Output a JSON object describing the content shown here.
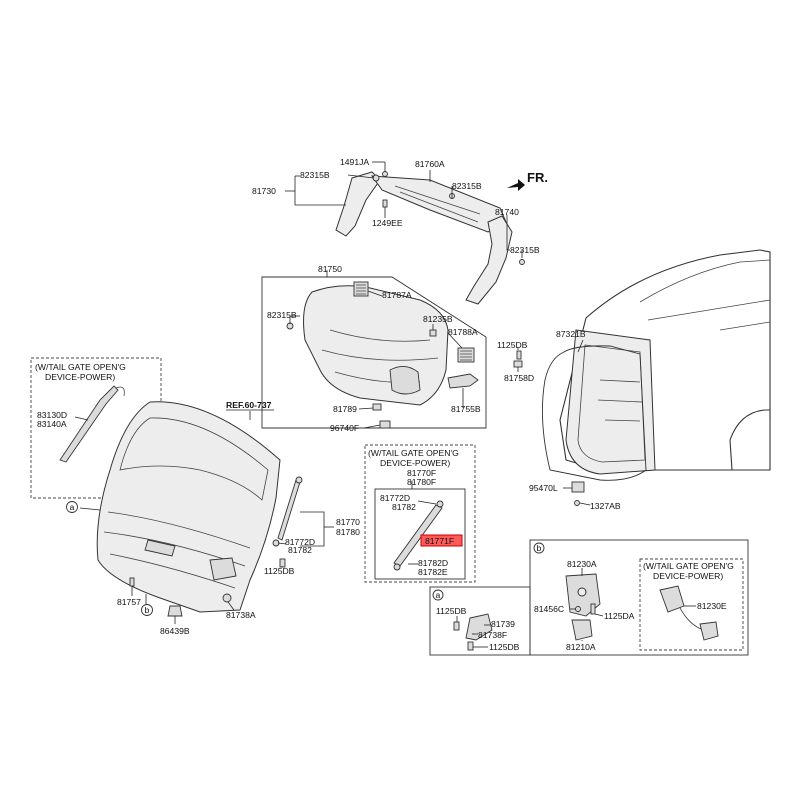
{
  "labels": {
    "l_1491ja": "1491JA",
    "l_81760a": "81760A",
    "l_82315b_1": "82315B",
    "l_81730": "81730",
    "l_82315b_2": "82315B",
    "l_1249ee": "1249EE",
    "l_81740": "81740",
    "l_82315b_3": "82315B",
    "l_fr": "FR.",
    "l_81750": "81750",
    "l_81787a": "81787A",
    "l_82315b_4": "82315B",
    "l_81235b": "81235B",
    "l_81788a": "81788A",
    "l_1125db_1": "1125DB",
    "l_81758d": "81758D",
    "l_81789": "81789",
    "l_81755b": "81755B",
    "l_96740f": "96740F",
    "l_87321b": "87321B",
    "l_95470l": "95470L",
    "l_1327ab": "1327AB",
    "l_wt1_a": "(W/TAIL GATE OPEN'G",
    "l_wt1_b": "DEVICE-POWER)",
    "l_83130d": "83130D",
    "l_83140a": "83140A",
    "l_ref": "REF.60-737",
    "l_81770": "81770",
    "l_81780": "81780",
    "l_81772d_1": "81772D",
    "l_81782_1": "81782",
    "l_1125db_2": "1125DB",
    "l_81757": "81757",
    "l_86439b": "86439B",
    "l_81738a": "81738A",
    "l_wt2_a": "(W/TAIL GATE OPEN'G",
    "l_wt2_b": "DEVICE-POWER)",
    "l_81770f": "81770F",
    "l_81780f": "81780F",
    "l_81772d_2": "81772D",
    "l_81782_2": "81782",
    "l_81771f": "81771F",
    "l_81782d": "81782D",
    "l_81782e": "81782E",
    "l_1125db_3": "1125DB",
    "l_81739": "81739",
    "l_81738f": "81738F",
    "l_1125db_4": "1125DB",
    "l_81230a": "81230A",
    "l_81456c": "81456C",
    "l_1125da": "1125DA",
    "l_81210a": "81210A",
    "l_wt3_a": "(W/TAIL GATE OPEN'G",
    "l_wt3_b": "DEVICE-POWER)",
    "l_81230e": "81230E",
    "c_a1": "a",
    "c_b1": "b",
    "c_a2": "a",
    "c_b2": "b"
  },
  "colors": {
    "highlight_fill": "#ff5a5a",
    "highlight_stroke": "#cc0000",
    "ink": "#111111"
  }
}
